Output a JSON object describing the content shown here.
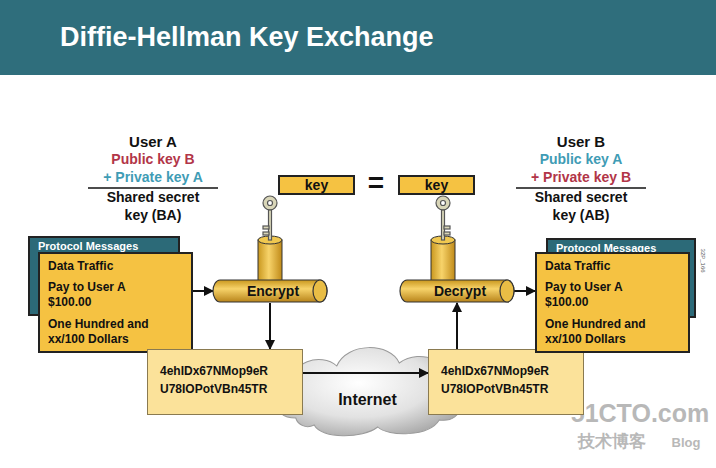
{
  "diagram": {
    "title": "Diffie-Hellman Key Exchange",
    "nodes": [
      {
        "text": [
          "key"
        ]
      },
      {
        "text": [
          "key"
        ]
      },
      {
        "text": [
          "Protocol Messages"
        ]
      },
      {
        "text": [
          "Data Traffic",
          "Pay to User A $100.00",
          "One Hundred and xx/100 Dollars"
        ]
      },
      {
        "text": [
          "Encrypt"
        ]
      },
      {
        "text": [
          "Decrypt"
        ]
      },
      {
        "text": [
          "4ehIDx67NMop9eR U78IOPotVBn45TR"
        ]
      },
      {
        "text": [
          "Internet"
        ]
      },
      {
        "text": [
          "4ehIDx67NMop9eR U78IOPotVBn45TR"
        ]
      },
      {
        "text": [
          "Protocol Messages"
        ]
      },
      {
        "text": [
          "Data Traffic",
          "Pay to User A $100.00",
          "One Hundred and xx/100 Dollars"
        ]
      }
    ],
    "edges": [
      {
        "from": 3,
        "to": 4,
        "arrow": "to"
      },
      {
        "from": 4,
        "to": 6,
        "arrow": "to"
      },
      {
        "from": 6,
        "to": 8,
        "arrow": "to"
      },
      {
        "from": 8,
        "to": 5,
        "arrow": "to"
      },
      {
        "from": 5,
        "to": 10,
        "arrow": "to"
      }
    ],
    "labels": [
      "User A",
      "Public key B",
      "+ Private key A",
      "Shared secret key (BA)",
      "User B",
      "Public key A",
      "+ Private key B",
      "Shared secret key (AB)",
      "=",
      "32P_166",
      "51CTO.com",
      "技术博客",
      "Blog"
    ]
  }
}
